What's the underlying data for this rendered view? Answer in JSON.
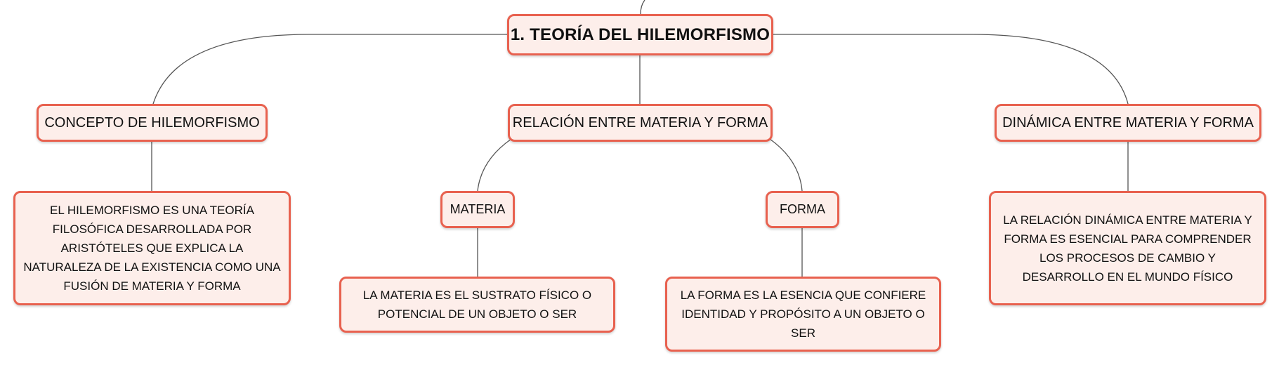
{
  "diagram": {
    "root": {
      "label": "1. TEORÍA DEL HILEMORFISMO"
    },
    "branches": [
      {
        "label": "CONCEPTO DE HILEMORFISMO",
        "detail": "EL HILEMORFISMO ES UNA TEORÍA FILOSÓFICA DESARROLLADA POR ARISTÓTELES QUE EXPLICA LA NATURALEZA DE LA EXISTENCIA COMO UNA FUSIÓN DE MATERIA Y FORMA"
      },
      {
        "label": "RELACIÓN ENTRE MATERIA Y FORMA",
        "children": [
          {
            "label": "MATERIA",
            "detail": "LA MATERIA ES EL SUSTRATO FÍSICO O POTENCIAL DE UN OBJETO O SER"
          },
          {
            "label": "FORMA",
            "detail": "LA FORMA ES LA ESENCIA QUE CONFIERE IDENTIDAD Y PROPÓSITO A UN OBJETO O SER"
          }
        ]
      },
      {
        "label": "DINÁMICA ENTRE MATERIA Y FORMA",
        "detail": "LA RELACIÓN DINÁMICA ENTRE MATERIA Y FORMA ES ESENCIAL PARA COMPRENDER LOS PROCESOS DE CAMBIO Y DESARROLLO EN EL MUNDO FÍSICO"
      }
    ],
    "colors": {
      "node_border": "#e8614f",
      "node_fill": "#fdeeea",
      "connector": "#555555"
    }
  }
}
